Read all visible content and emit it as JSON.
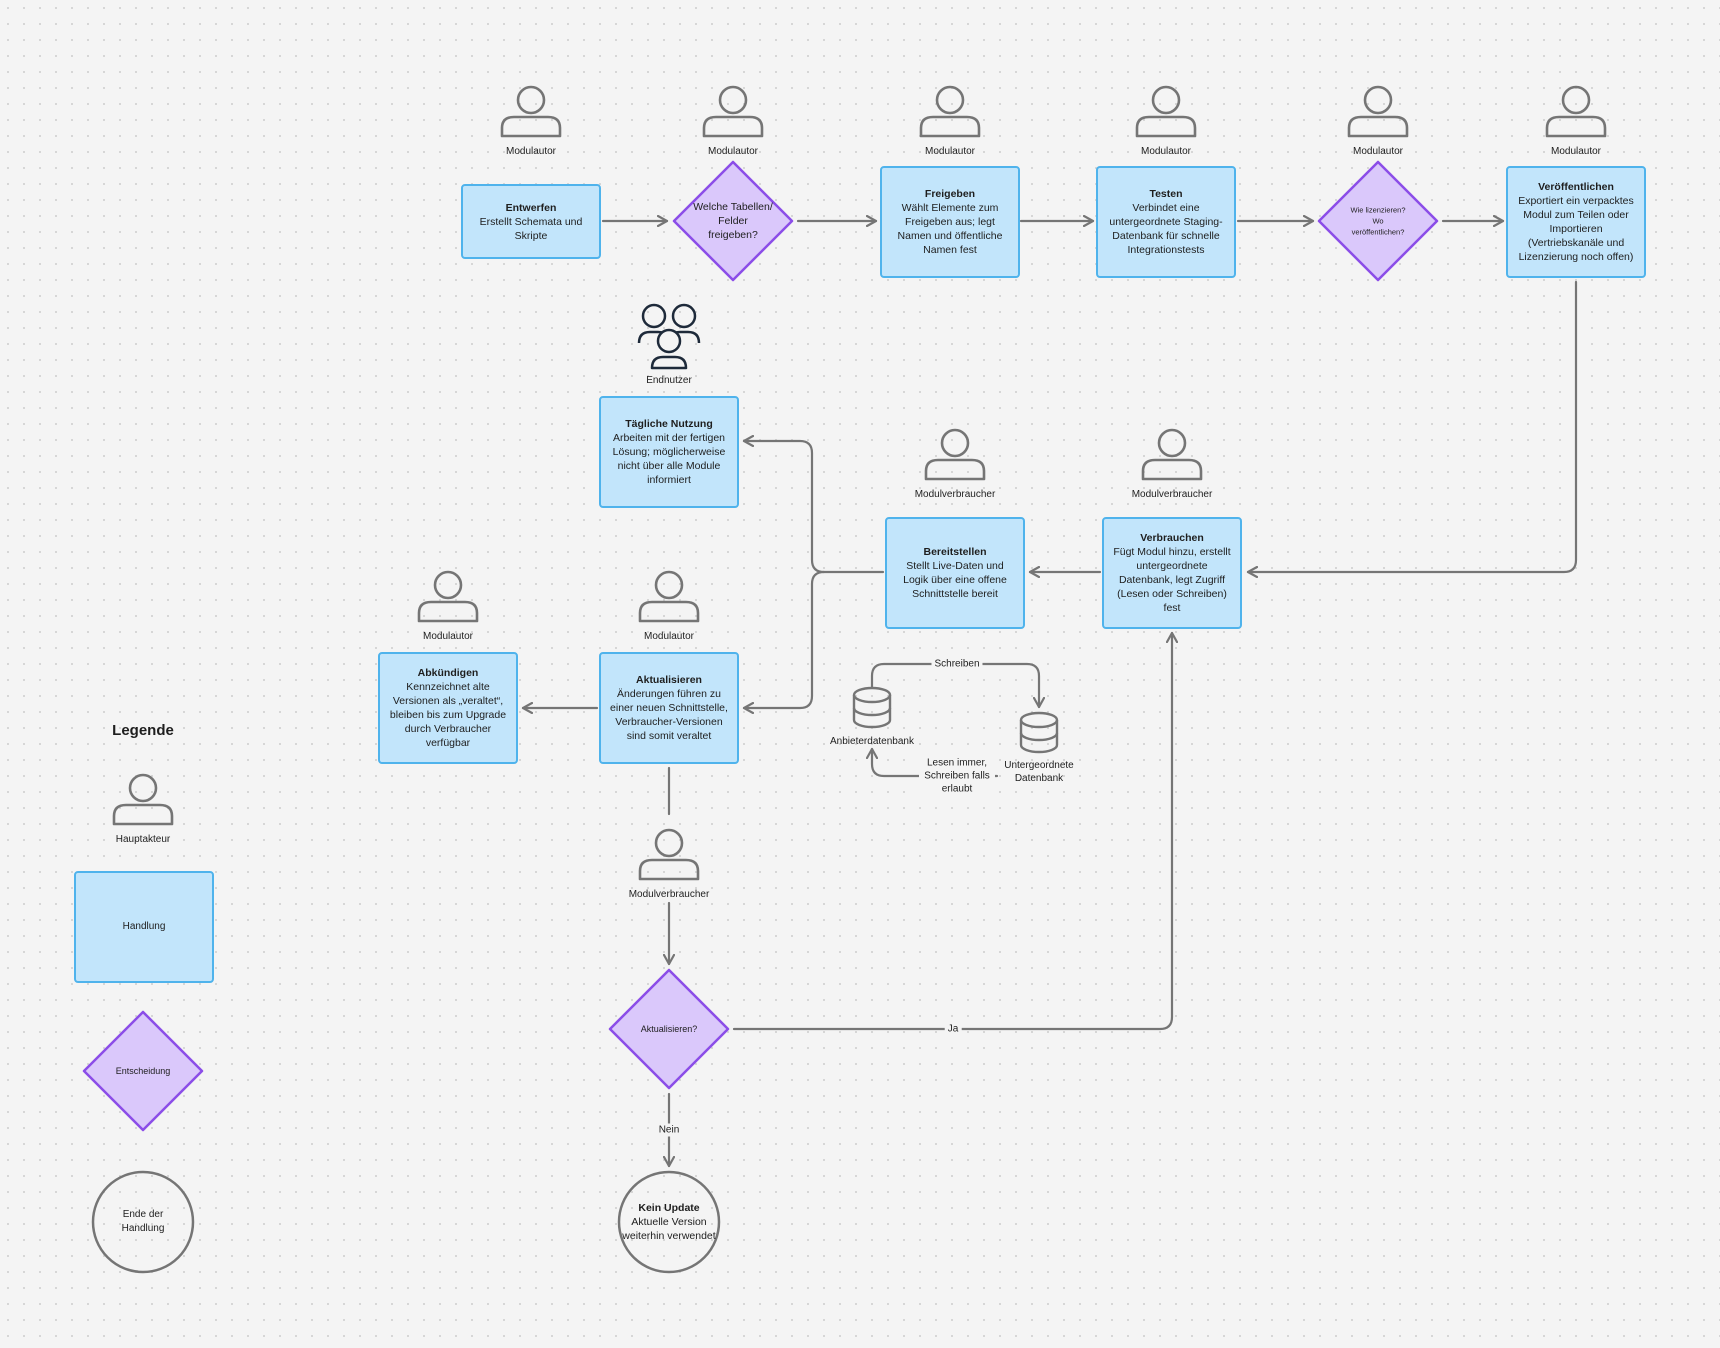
{
  "actors": {
    "a1": "Modulautor",
    "a2": "Modulautor",
    "a3": "Modulautor",
    "a4": "Modulautor",
    "a5": "Modulautor",
    "a6": "Modulautor",
    "endnutzer": "Endnutzer",
    "mv1": "Modulverbraucher",
    "mv2": "Modulverbraucher",
    "a7": "Modulautor",
    "a8": "Modulautor",
    "mv3": "Modulverbraucher"
  },
  "nodes": {
    "entwerfen": {
      "title": "Entwerfen",
      "body": "Erstellt Schemata und Skripte"
    },
    "freigeben": {
      "title": "Freigeben",
      "body": "Wählt Elemente zum Freigeben aus; legt Namen und öffentliche Namen fest"
    },
    "testen": {
      "title": "Testen",
      "body": "Verbindet eine untergeordnete Staging-Datenbank für schnelle Integrationstests"
    },
    "veroeffentlichen": {
      "title": "Veröffentlichen",
      "body": "Exportiert ein verpacktes Modul zum Teilen oder Importieren (Vertriebskanäle und Lizenzierung noch offen)"
    },
    "taegliche": {
      "title": "Tägliche Nutzung",
      "body": "Arbeiten mit der fertigen Lösung; möglicherweise nicht über alle Module informiert"
    },
    "bereitstellen": {
      "title": "Bereitstellen",
      "body": "Stellt Live-Daten und Logik über eine offene Schnittstelle bereit"
    },
    "verbrauchen": {
      "title": "Verbrauchen",
      "body": "Fügt Modul hinzu, erstellt untergeordnete Datenbank, legt Zugriff (Lesen oder Schreiben) fest"
    },
    "abkuendigen": {
      "title": "Abkündigen",
      "body": "Kennzeichnet alte Versionen als „veraltet“, bleiben bis zum Upgrade durch Verbraucher verfügbar"
    },
    "aktualisieren": {
      "title": "Aktualisieren",
      "body": "Änderungen führen zu einer neuen Schnittstelle, Verbraucher-Versionen sind somit veraltet"
    },
    "kein_update": {
      "title": "Kein Update",
      "body": "Aktuelle Version weiterhin verwendet"
    }
  },
  "decisions": {
    "d1": "Welche Tabellen/ Felder freigeben?",
    "d2_line1": "Wie lizenzieren?",
    "d2_line2": "Wo",
    "d2_line3": "veröffentlichen?",
    "d3": "Aktualisieren?"
  },
  "databases": {
    "anbieter": "Anbieterdatenbank",
    "untergeordnet": "Untergeordnete Datenbank"
  },
  "connector_labels": {
    "schreiben": "Schreiben",
    "lesen": "Lesen immer, Schreiben falls erlaubt",
    "ja": "Ja",
    "nein": "Nein"
  },
  "legend": {
    "title": "Legende",
    "actor": "Hauptakteur",
    "action": "Handlung",
    "decision": "Entscheidung",
    "end": "Ende der Handlung"
  },
  "colors": {
    "action_fill": "#c2e5fb",
    "action_border": "#4fb3ec",
    "decision_fill": "#dac8fb",
    "decision_border": "#8b4de8",
    "connector": "#757575",
    "icon_stroke": "#757575"
  }
}
